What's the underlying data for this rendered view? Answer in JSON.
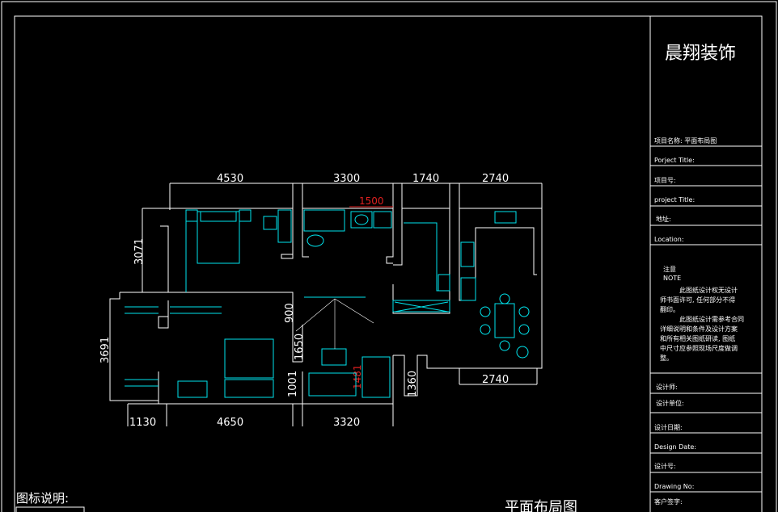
{
  "title_block": {
    "company": "晨翔装饰",
    "rows": [
      "项目名称: 平面布局图",
      "Porject Title:",
      "项目号:",
      "project Title:",
      "地址:",
      "Location:"
    ],
    "note_title": "注意",
    "note_title_en": "NOTE",
    "note_lines": [
      "此图纸设计权无设计",
      "师书面许可, 任何部分不得",
      "翻印。",
      "此图纸设计需参考合同",
      "详细说明和条件及设计方案",
      "和所有相关图纸研读, 图纸",
      "中尺寸应参照现场尺度做调",
      "整。"
    ],
    "bottom_rows": [
      "设计师:",
      "设计单位:",
      "设计日期:",
      "Design Date:",
      "设计号:",
      "Drawing No:",
      "客户签字:"
    ]
  },
  "dimensions": {
    "top": [
      "4530",
      "3300",
      "1740",
      "2740"
    ],
    "top_red": "1500",
    "left": [
      "3071",
      "3691"
    ],
    "bottom": [
      "1130",
      "4650",
      "3320",
      "2740"
    ],
    "inner": [
      "900",
      "1650",
      "1001",
      "1360"
    ],
    "inner_red": "1481"
  },
  "legend_label": "图标说明:",
  "plan_title": "平面布局图",
  "colors": {
    "wall": "#ffffff",
    "furniture": "#00e5ee",
    "accent": "#e02020",
    "background": "#000000"
  }
}
